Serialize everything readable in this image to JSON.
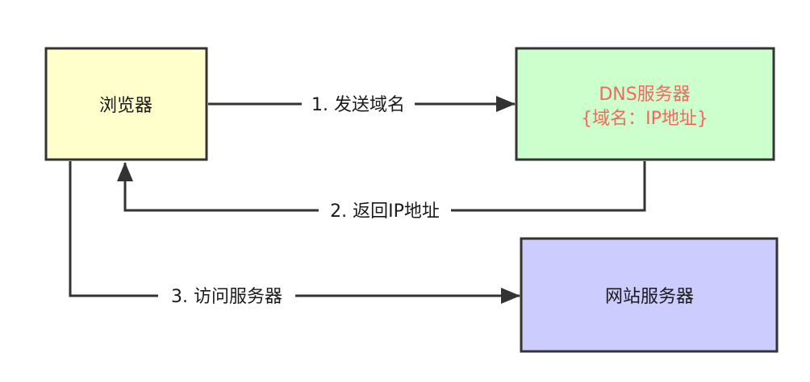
{
  "nodes": {
    "browser": {
      "label": "浏览器",
      "fill": "#ffffcc"
    },
    "dns": {
      "line1": "DNS服务器",
      "line2": "{域名：IP地址}",
      "fill": "#ccffcc",
      "text_color": "#f06a5f"
    },
    "website": {
      "label": "网站服务器",
      "fill": "#ccccff"
    }
  },
  "edges": {
    "send_domain": "1. 发送域名",
    "return_ip": "2. 返回IP地址",
    "visit_server": "3. 访问服务器"
  }
}
